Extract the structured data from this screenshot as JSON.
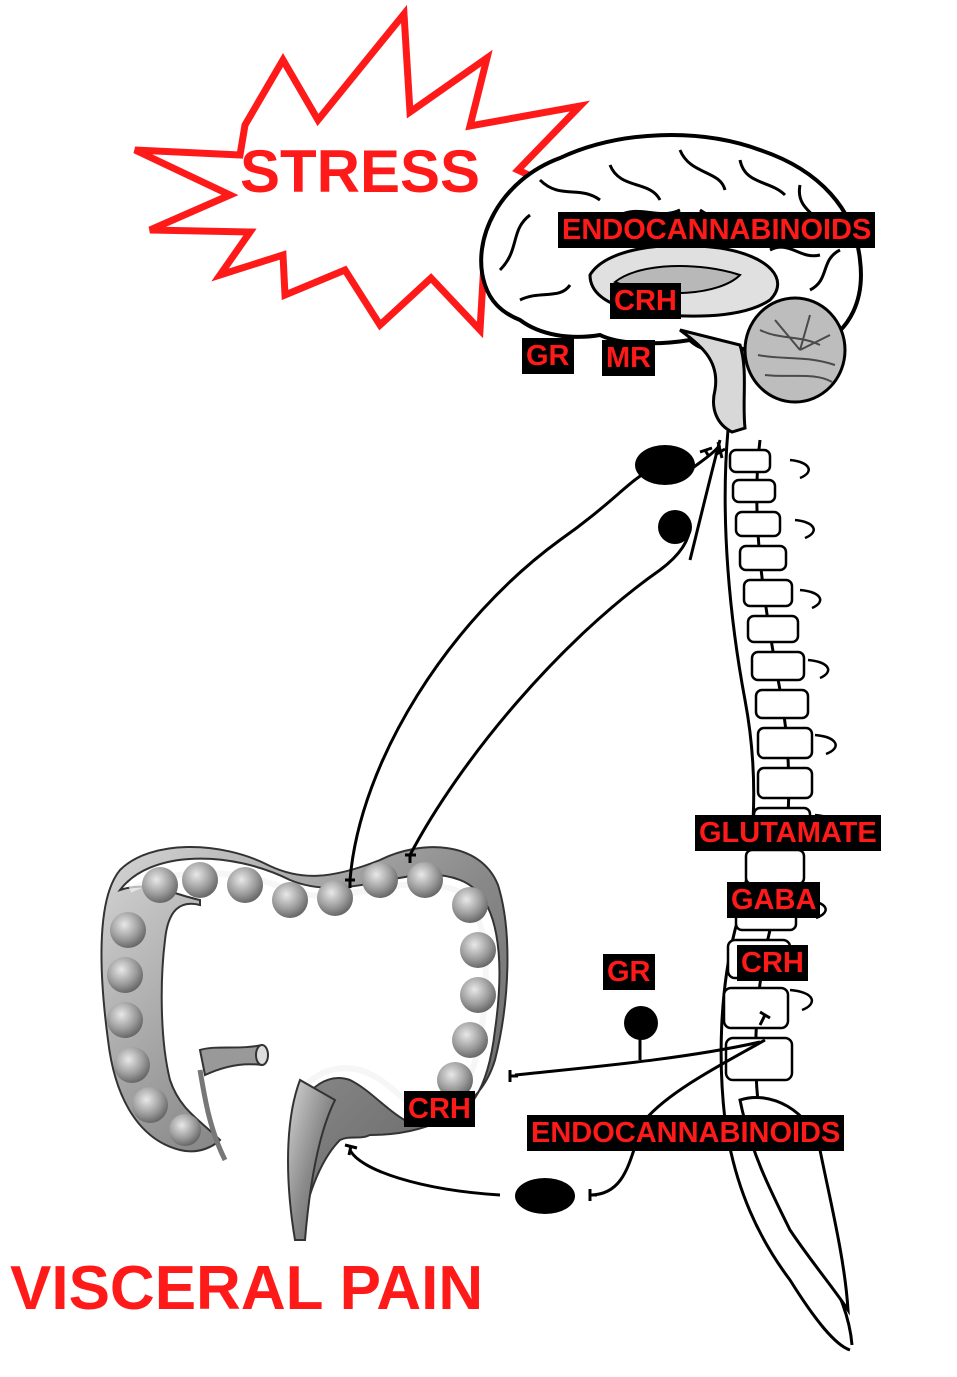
{
  "stress_label": "STRESS",
  "visceral_pain_label": "VISCERAL PAIN",
  "brain_labels": {
    "endocannabinoids": "ENDOCANNABINOIDS",
    "crh": "CRH",
    "gr": "GR",
    "mr": "MR"
  },
  "spinal_labels": {
    "glutamate": "GLUTAMATE",
    "gaba": "GABA",
    "crh": "CRH",
    "gr": "GR",
    "endocannabinoids": "ENDOCANNABINOIDS"
  },
  "colon_labels": {
    "crh": "CRH"
  },
  "colors": {
    "label_text": "#ff1a1a",
    "label_bg": "#000000",
    "stress_outline": "#ff1a1a"
  }
}
